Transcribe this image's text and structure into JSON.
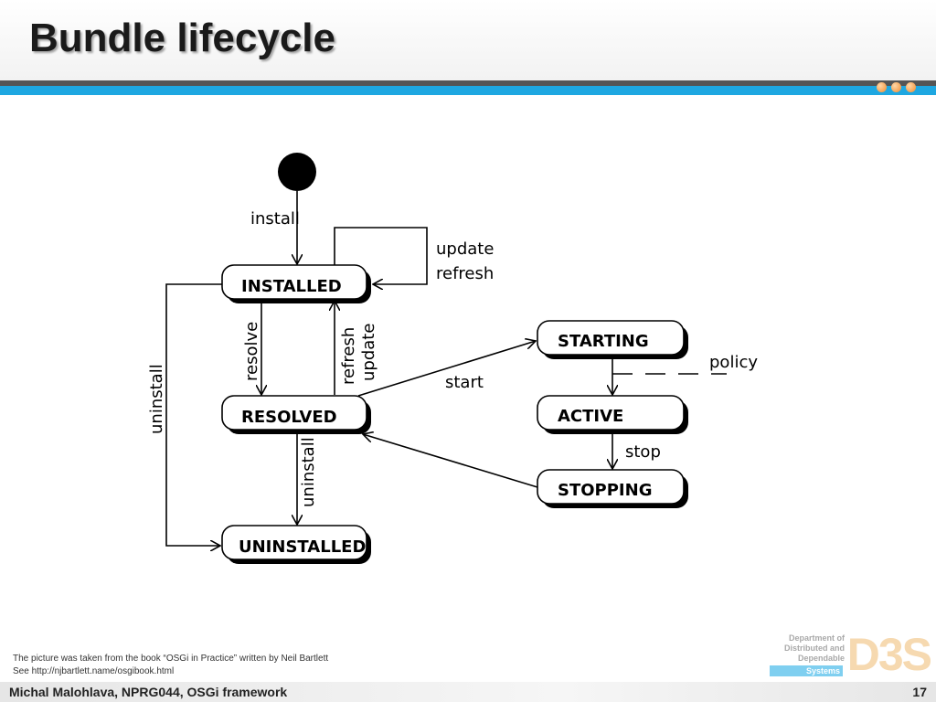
{
  "slide": {
    "title": "Bundle lifecycle",
    "credit_line1": "The picture was taken from the book “OSGi in Practice” written by Neil Bartlett",
    "credit_line2": "See http://njbartlett.name/osgibook.html"
  },
  "footer": {
    "left": "Michal Malohlava, NPRG044, OSGi framework",
    "page_number": "17"
  },
  "logo": {
    "line1": "Department of",
    "line2": "Distributed and",
    "line3": "Dependable",
    "line4": "Systems",
    "mark": "D3S"
  },
  "diagram": {
    "states": {
      "installed": "INSTALLED",
      "resolved": "RESOLVED",
      "uninstalled": "UNINSTALLED",
      "starting": "STARTING",
      "active": "ACTIVE",
      "stopping": "STOPPING"
    },
    "transitions": {
      "install": "install",
      "update": "update",
      "refresh": "refresh",
      "resolve": "resolve",
      "refresh_back": "refresh",
      "update_back": "update",
      "uninstall_left": "uninstall",
      "uninstall_resolved": "uninstall",
      "start": "start",
      "policy": "policy",
      "stop": "stop"
    }
  },
  "colors": {
    "accent_blue": "#1ea7e1",
    "header_bar": "#555555",
    "dot_orange": "#f08a2c"
  }
}
